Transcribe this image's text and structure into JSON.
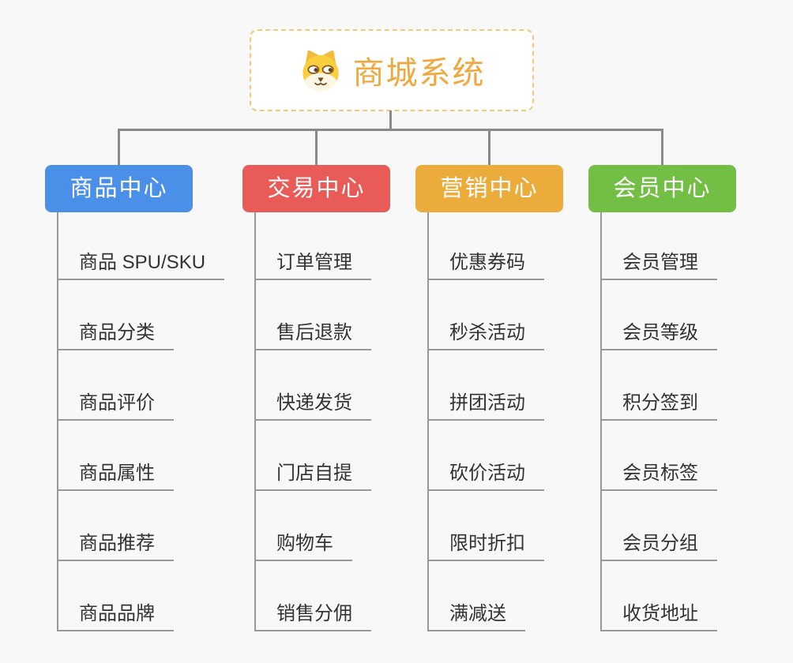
{
  "background_color": "#f8f8f8",
  "connector_color": "#8a8a8a",
  "root": {
    "title": "商城系统",
    "icon": "dog-face-icon",
    "accent_color": "#f0a73c",
    "border_color": "#f3c878"
  },
  "branches": [
    {
      "label": "商品中心",
      "color": "#4b90e8",
      "items": [
        "商品 SPU/SKU",
        "商品分类",
        "商品评价",
        "商品属性",
        "商品推荐",
        "商品品牌"
      ]
    },
    {
      "label": "交易中心",
      "color": "#e85b56",
      "items": [
        "订单管理",
        "售后退款",
        "快递发货",
        "门店自提",
        "购物车",
        "销售分佣"
      ]
    },
    {
      "label": "营销中心",
      "color": "#ecac3c",
      "items": [
        "优惠券码",
        "秒杀活动",
        "拼团活动",
        "砍价活动",
        "限时折扣",
        "满减送"
      ]
    },
    {
      "label": "会员中心",
      "color": "#73bf45",
      "items": [
        "会员管理",
        "会员等级",
        "积分签到",
        "会员标签",
        "会员分组",
        "收货地址"
      ]
    }
  ]
}
